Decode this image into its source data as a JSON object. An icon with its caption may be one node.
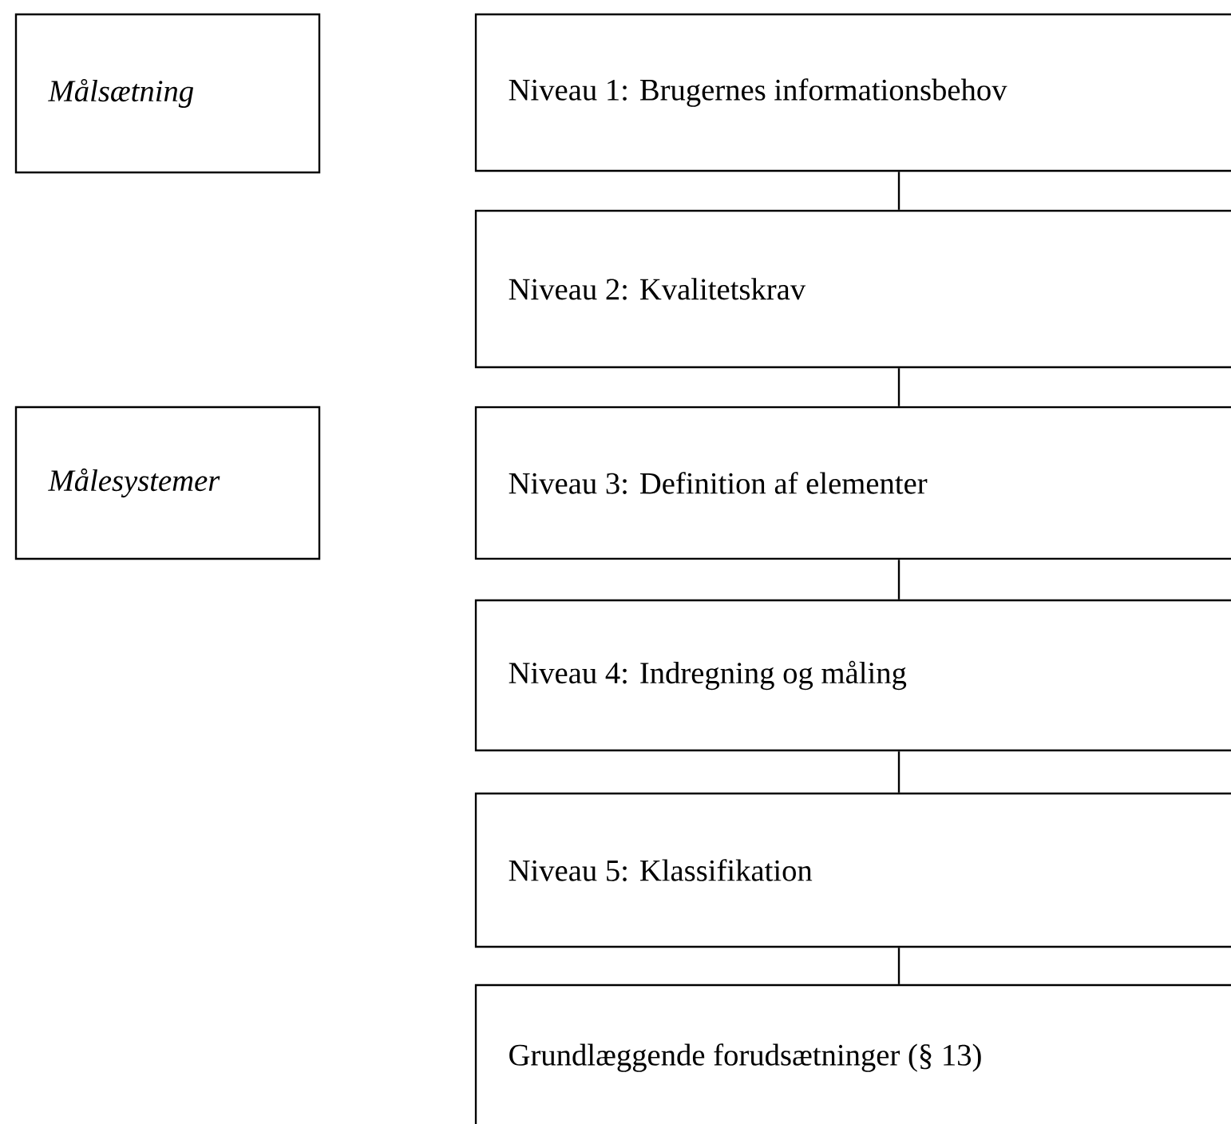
{
  "diagram": {
    "nodes": [
      {
        "text": [
          "Målsætning"
        ]
      },
      {
        "text": [
          "Niveau 1: Brugernes informationsbehov"
        ]
      },
      {
        "text": [
          "Niveau 2: Kvalitetskrav"
        ]
      },
      {
        "text": [
          "Målesystemer"
        ]
      },
      {
        "text": [
          "Niveau 3: Definition af elementer"
        ]
      },
      {
        "text": [
          "Niveau 4: Indregning og måling"
        ]
      },
      {
        "text": [
          "Niveau 5: Klassifikation"
        ]
      },
      {
        "text": [
          "Grundlæggende forudsætninger (§ 13)"
        ]
      }
    ],
    "edges": [
      {
        "from": 1,
        "to": 2,
        "arrow": "none"
      },
      {
        "from": 2,
        "to": 4,
        "arrow": "none"
      },
      {
        "from": 4,
        "to": 5,
        "arrow": "none"
      },
      {
        "from": 5,
        "to": 6,
        "arrow": "none"
      },
      {
        "from": 6,
        "to": 7,
        "arrow": "none"
      }
    ]
  }
}
